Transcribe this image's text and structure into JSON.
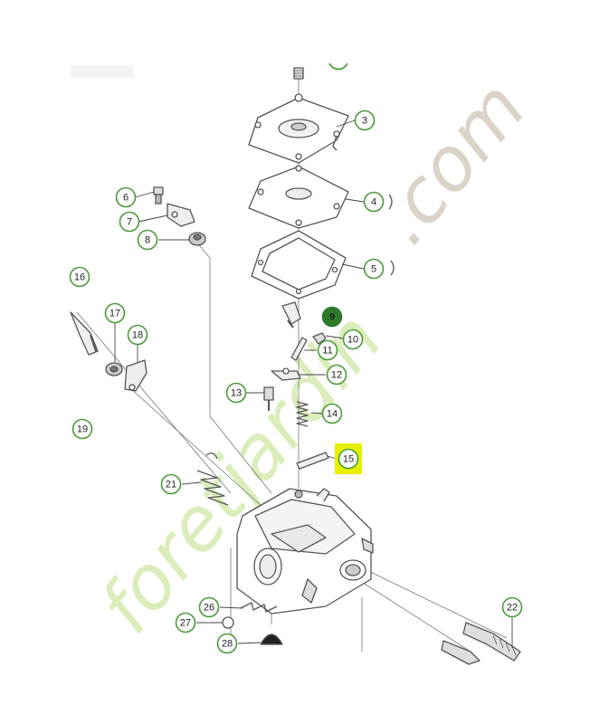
{
  "colors": {
    "callout_ring": "#4a9a3a",
    "callout_filled": "#2f7a2a",
    "highlight_box": "#e6f000",
    "line": "#666666",
    "part": "#555555",
    "watermark_green": "#d8ecb8",
    "watermark_orange": "#f6c9a0",
    "watermark_gray": "#d8d2c6"
  },
  "watermark": {
    "text_main": "foretjardin",
    "text_suffix": ".com"
  },
  "callouts": [
    {
      "n": "3"
    },
    {
      "n": "4"
    },
    {
      "n": "5"
    },
    {
      "n": "6"
    },
    {
      "n": "7"
    },
    {
      "n": "8"
    },
    {
      "n": "9",
      "filled": true
    },
    {
      "n": "10"
    },
    {
      "n": "11"
    },
    {
      "n": "12"
    },
    {
      "n": "13"
    },
    {
      "n": "14"
    },
    {
      "n": "15",
      "highlighted": true
    },
    {
      "n": "16"
    },
    {
      "n": "17"
    },
    {
      "n": "18"
    },
    {
      "n": "19"
    },
    {
      "n": "21"
    },
    {
      "n": "22"
    },
    {
      "n": "26"
    },
    {
      "n": "27"
    },
    {
      "n": "28"
    }
  ]
}
